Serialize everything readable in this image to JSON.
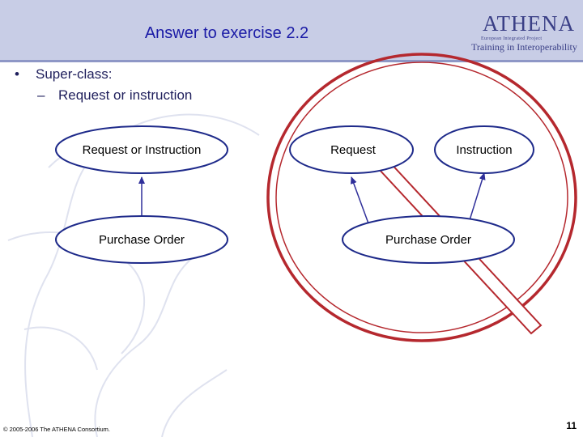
{
  "slide": {
    "title": "Answer to exercise 2.2",
    "logo": {
      "name": "ATHENA",
      "subtitle": "European Integrated Project",
      "tagline": "Training in Interoperability"
    }
  },
  "bullets": {
    "main": "Super-class:",
    "sub": "Request or instruction"
  },
  "diagram": {
    "left": {
      "parent": "Request or Instruction",
      "child": "Purchase Order"
    },
    "right": {
      "parent_a": "Request",
      "parent_b": "Instruction",
      "child": "Purchase Order"
    },
    "colors": {
      "ellipse_fill": "#ffffff",
      "ellipse_stroke": "#1e2a8a",
      "arrow": "#2f2f9a",
      "prohibition": "#b5282e"
    }
  },
  "footer": {
    "copyright": "© 2005-2006 The ATHENA Consortium.",
    "page": "11"
  },
  "colors": {
    "header_band": "#c8cde6",
    "title_text": "#1a1aa6"
  }
}
